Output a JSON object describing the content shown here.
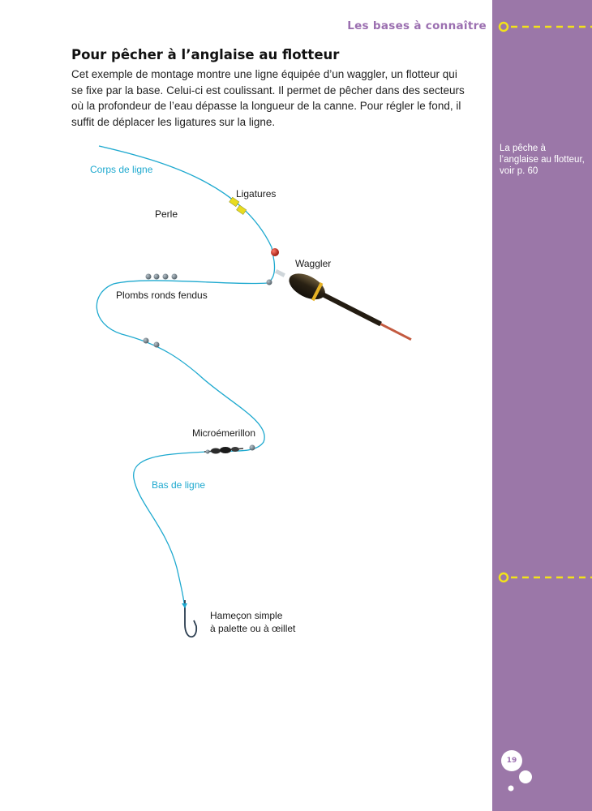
{
  "header": {
    "title": "Les bases à connaître"
  },
  "section": {
    "title": "Pour pêcher à l’anglaise au flotteur",
    "intro_lines": [
      "Cet exemple de montage montre une ligne équipée d’un waggler, un flotteur qui",
      "se fixe par la base. Celui-ci est coulissant. Il permet de pêcher dans des secteurs",
      "où la profondeur de l’eau dépasse la longueur de la canne. Pour régler le fond, il",
      "suffit de déplacer les ligatures sur la ligne."
    ]
  },
  "diagram": {
    "labels": {
      "corps": "Corps de ligne",
      "ligatures": "Ligatures",
      "perle": "Perle",
      "waggler": "Waggler",
      "plombs": "Plombs ronds fendus",
      "micro": "Microémerillon",
      "bas": "Bas de ligne",
      "hamecon_1": "Hameçon simple",
      "hamecon_2": "à palette ou à œillet"
    }
  },
  "sidebar": {
    "note_lines": [
      "La pêche à",
      "l’anglaise au flotteur,",
      "voir p. 60"
    ]
  },
  "page_number": "19",
  "colors": {
    "sidebar": "#9b77a8",
    "accent": "#9b6fb0",
    "line": "#1ea9cf",
    "decor": "#f2e21a"
  }
}
